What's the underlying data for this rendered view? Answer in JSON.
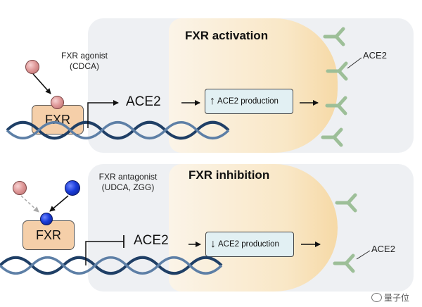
{
  "activation": {
    "title": "FXR activation",
    "agonist_label": "FXR agonist",
    "agonist_name": "(CDCA)",
    "fxr_label": "FXR",
    "ace2_label": "ACE2",
    "production_label": "ACE2 production",
    "production_arrow": "↑",
    "receptor_label": "ACE2"
  },
  "inhibition": {
    "title": "FXR inhibition",
    "antagonist_label": "FXR antagonist",
    "antagonist_name": "(UDCA, ZGG)",
    "fxr_label": "FXR",
    "ace2_label": "ACE2",
    "production_label": "ACE2 production",
    "production_arrow": "↓",
    "receptor_label": "ACE2"
  },
  "watermark": "量子位",
  "colors": {
    "panel_bg": "#eef0f3",
    "cell": "#f9e7c6",
    "fxr_box": "#f5cfa9",
    "dna": "#1f3f66",
    "agonist": "#e09a9a",
    "antagonist": "#1a3cd9",
    "receptor": "#9dbf98",
    "production_box": "#e2f0f3"
  }
}
